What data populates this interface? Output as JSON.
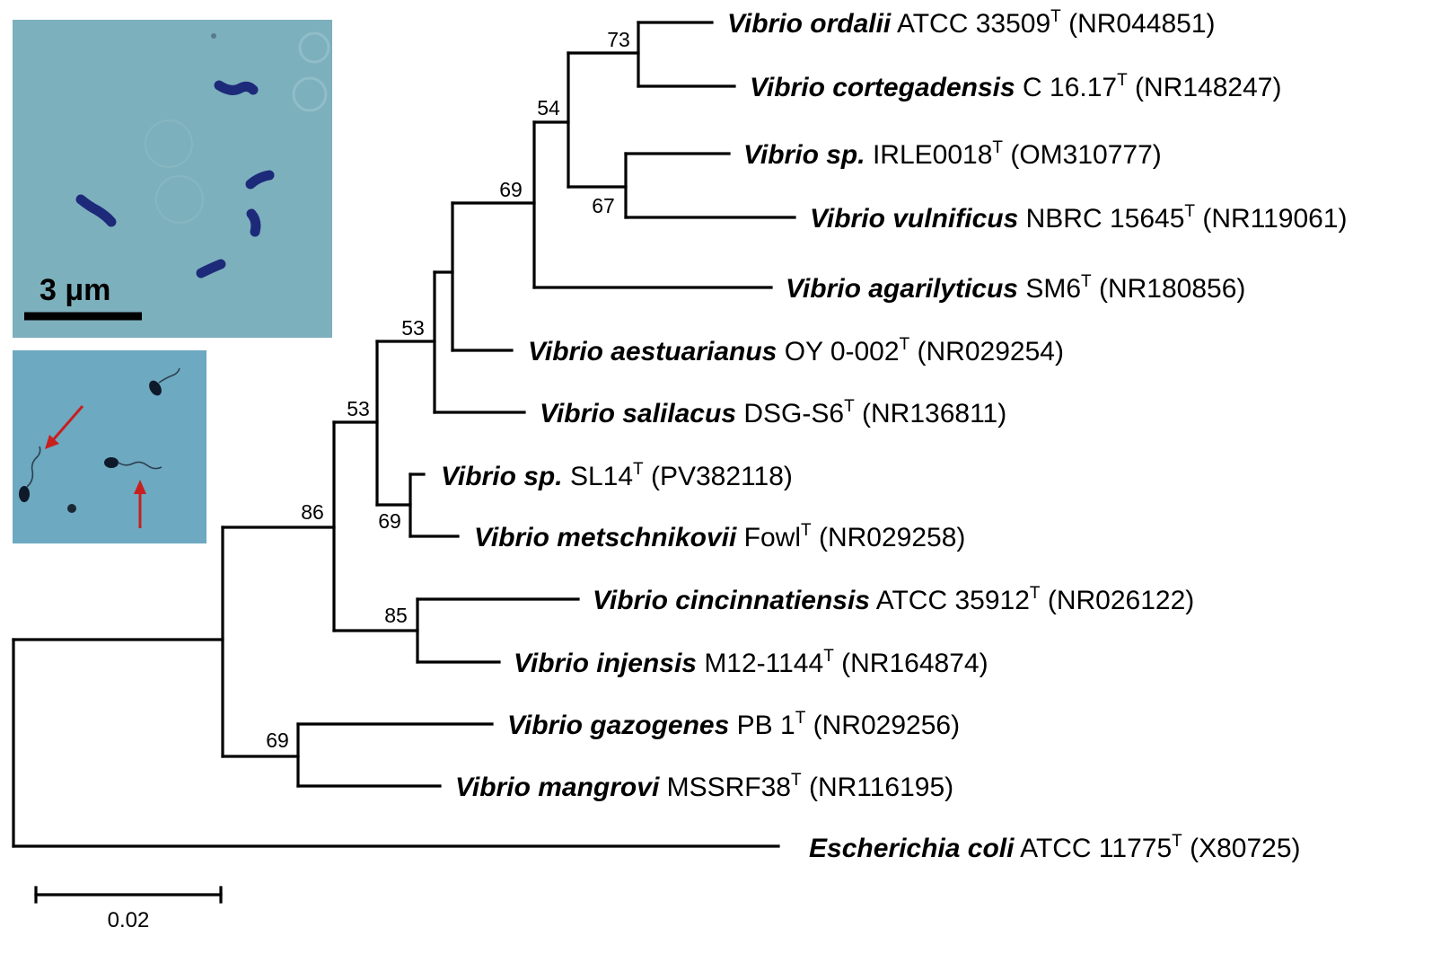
{
  "colors": {
    "highlight": "#b3121b",
    "default_label": "#000000",
    "micrograph_bg": "#7db0bd",
    "micrograph_bg2": "#6da9c0",
    "cell": "#1d2a7a",
    "arrow": "#c81f1f"
  },
  "micrograph": {
    "scale_label": "3 μm"
  },
  "tree": {
    "taxa": [
      {
        "genus": "Vibrio",
        "epithet": "ordalii",
        "strain": "ATCC 33509",
        "superscript": "T",
        "accession": "(NR044851)",
        "highlight": false
      },
      {
        "genus": "Vibrio",
        "epithet": "cortegadensis",
        "strain": "C 16.17",
        "superscript": "T",
        "accession": "(NR148247)",
        "highlight": false
      },
      {
        "genus": "Vibrio",
        "epithet": "sp.",
        "strain": "IRLE0018",
        "superscript": "T",
        "accession": "(OM310777)",
        "highlight": false
      },
      {
        "genus": "Vibrio",
        "epithet": "vulnificus",
        "strain": "NBRC 15645",
        "superscript": "T",
        "accession": "(NR119061)",
        "highlight": false
      },
      {
        "genus": "Vibrio",
        "epithet": "agarilyticus",
        "strain": "SM6",
        "superscript": "T",
        "accession": "(NR180856)",
        "highlight": false
      },
      {
        "genus": "Vibrio",
        "epithet": "aestuarianus",
        "strain": "OY 0-002",
        "superscript": "T",
        "accession": "(NR029254)",
        "highlight": false
      },
      {
        "genus": "Vibrio",
        "epithet": "salilacus",
        "strain": "DSG-S6",
        "superscript": "T",
        "accession": "(NR136811)",
        "highlight": false
      },
      {
        "genus": "Vibrio",
        "epithet": "sp.",
        "strain": "SL14",
        "superscript": "T",
        "accession": "(PV382118)",
        "highlight": true
      },
      {
        "genus": "Vibrio",
        "epithet": "metschnikovii",
        "strain": "Fowl",
        "superscript": "T",
        "accession": "(NR029258)",
        "highlight": false
      },
      {
        "genus": "Vibrio",
        "epithet": "cincinnatiensis",
        "strain": "ATCC 35912",
        "superscript": "T",
        "accession": "(NR026122)",
        "highlight": false
      },
      {
        "genus": "Vibrio",
        "epithet": "injensis",
        "strain": "M12-1144",
        "superscript": "T",
        "accession": "(NR164874)",
        "highlight": false
      },
      {
        "genus": "Vibrio",
        "epithet": "gazogenes",
        "strain": "PB 1",
        "superscript": "T",
        "accession": "(NR029256)",
        "highlight": false
      },
      {
        "genus": "Vibrio",
        "epithet": "mangrovi",
        "strain": "MSSRF38",
        "superscript": "T",
        "accession": "(NR116195)",
        "highlight": false
      },
      {
        "genus": "Escherichia",
        "epithet": "coli",
        "strain": "ATCC 11775",
        "superscript": "T",
        "accession": "(X80725)",
        "highlight": false
      }
    ],
    "bootstrap": [
      "73",
      "54",
      "67",
      "69",
      "53",
      "53",
      "69",
      "86",
      "85",
      "69"
    ],
    "scale_bar_label": "0.02"
  }
}
